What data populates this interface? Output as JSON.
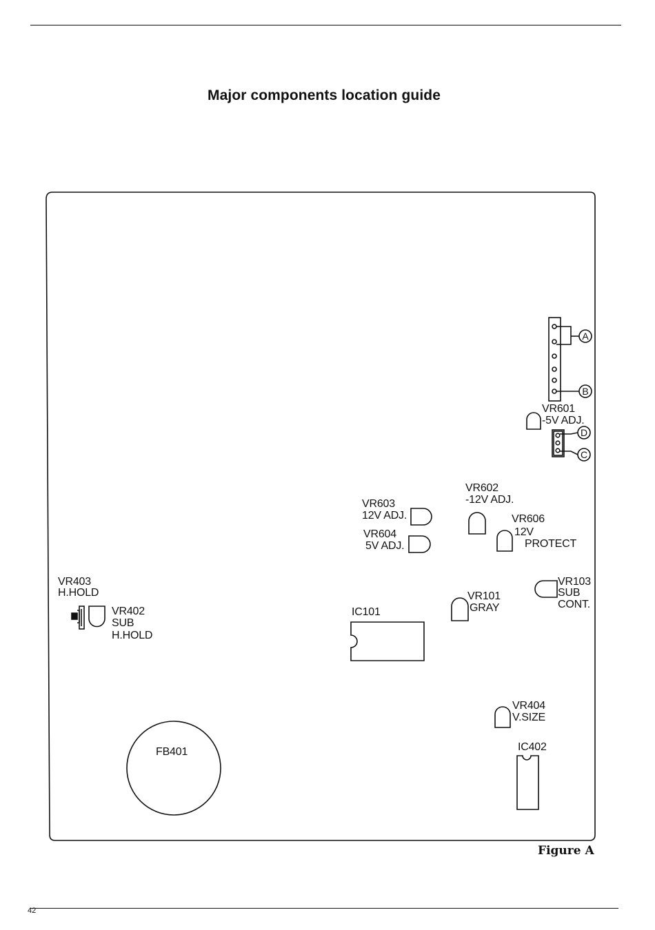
{
  "page": {
    "title": "Major components location guide",
    "page_number": "42",
    "figure_caption": "Figure A"
  },
  "connectors": {
    "a": "A",
    "b": "B",
    "c": "C",
    "d": "D"
  },
  "components": {
    "vr601": {
      "ref": "VR601",
      "desc": "-5V ADJ."
    },
    "vr602": {
      "ref": "VR602",
      "desc": "-12V ADJ."
    },
    "vr603": {
      "ref": "VR603",
      "desc": "12V ADJ."
    },
    "vr604": {
      "ref": "VR604",
      "desc": "5V ADJ."
    },
    "vr606": {
      "ref": "VR606",
      "desc1": "12V",
      "desc2": "PROTECT"
    },
    "vr403": {
      "ref": "VR403",
      "desc": "H.HOLD"
    },
    "vr402": {
      "ref": "VR402",
      "desc1": "SUB",
      "desc2": "H.HOLD"
    },
    "ic101": {
      "ref": "IC101"
    },
    "vr101": {
      "ref": "VR101",
      "desc": "GRAY"
    },
    "vr103": {
      "ref": "VR103",
      "desc1": "SUB",
      "desc2": "CONT."
    },
    "vr404": {
      "ref": "VR404",
      "desc": "V.SIZE"
    },
    "ic402": {
      "ref": "IC402"
    },
    "fb401": {
      "ref": "FB401"
    }
  }
}
